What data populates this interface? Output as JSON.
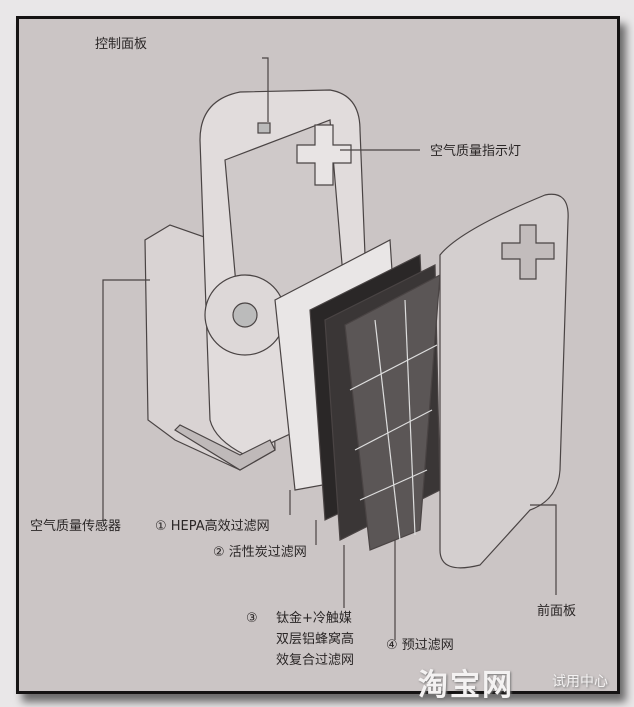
{
  "labels": {
    "control_panel": "控制面板",
    "air_quality_light": "空气质量指示灯",
    "air_quality_sensor": "空气质量传感器",
    "filter1": "① HEPA高效过滤网",
    "filter2": "② 活性炭过滤网",
    "filter3_num": "③",
    "filter3_line1": "钛金+冷触媒",
    "filter3_line2": "双层铝蜂窝高",
    "filter3_line3": "效复合过滤网",
    "filter4": "④ 预过滤网",
    "front_panel": "前面板"
  },
  "watermark": {
    "brand": "淘宝网",
    "sub": "试用中心"
  },
  "colors": {
    "background": "#cbc5c5",
    "frame": "#151313",
    "line": "#4a4444"
  }
}
